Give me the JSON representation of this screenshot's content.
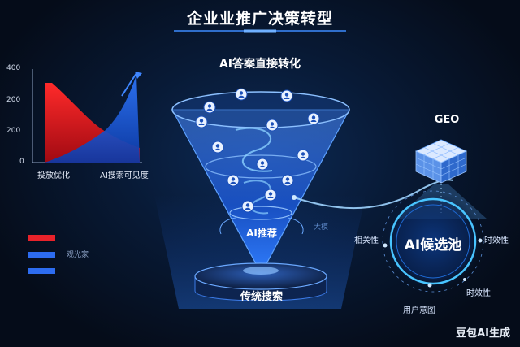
{
  "title": "企业业推广决策转型",
  "funnel": {
    "top_label": "AI答案直接转化",
    "middle_label": "AI推荐",
    "bottom_label": "传统搜索",
    "side_label": "大模"
  },
  "chart_data": {
    "type": "area",
    "y_ticks": [
      "400",
      "200",
      "200",
      "0"
    ],
    "x_labels": [
      "投放优化",
      "AI搜索可见度"
    ],
    "series": [
      {
        "color": "#e8222a",
        "values": [
          320,
          290,
          210,
          130,
          80,
          0
        ]
      },
      {
        "color": "#1f6bff",
        "values": [
          0,
          40,
          90,
          170,
          260,
          380
        ]
      }
    ]
  },
  "legend": {
    "items": [
      {
        "color": "#e8222a"
      },
      {
        "color": "#2d6cf0",
        "label": "观光家"
      },
      {
        "color": "#2d6cf0"
      }
    ]
  },
  "geo": {
    "label": "GEO",
    "pool_label": "AI候选池",
    "attributes": [
      "相关性",
      "时效性",
      "时效性",
      "用户意图"
    ]
  },
  "brand": "豆包AI生成",
  "icons": [
    "user-icon",
    "cube-icon",
    "arrow-icon"
  ]
}
